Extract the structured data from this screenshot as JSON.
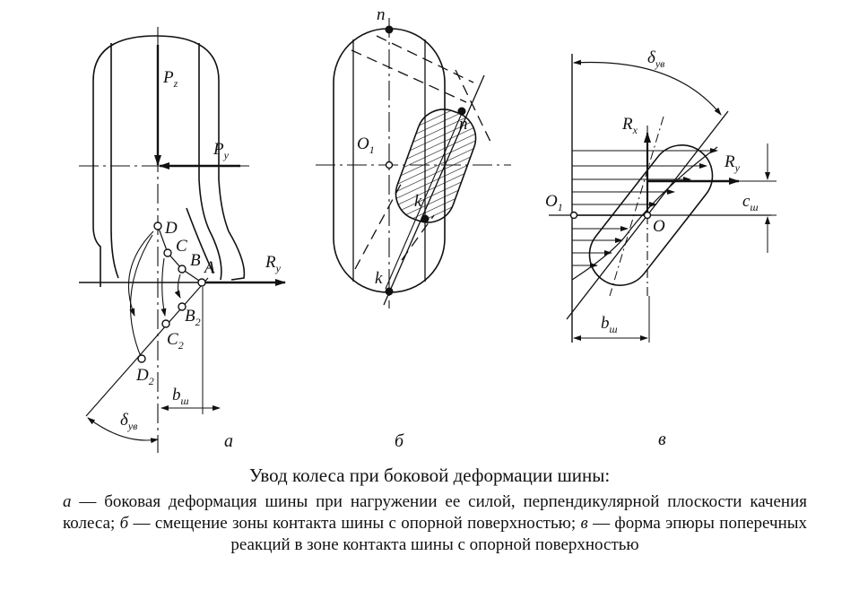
{
  "panel_a": {
    "force_vertical": "P",
    "force_vertical_sub": "z",
    "force_lateral": "P",
    "force_lateral_sub": "y",
    "reaction": "R",
    "reaction_sub": "y",
    "point_d": "D",
    "point_c": "C",
    "point_b": "B",
    "point_a": "A",
    "point_b2": "B",
    "point_b2_sub": "2",
    "point_c2": "C",
    "point_c2_sub": "2",
    "point_d2": "D",
    "point_d2_sub": "2",
    "width": "b",
    "width_sub": "ш",
    "angle": "δ",
    "angle_sub": "ув",
    "letter": "а"
  },
  "panel_b": {
    "point_n_top": "n",
    "center": "O",
    "center_sub": "1",
    "point_n_contact": "n",
    "point_k_contact": "k",
    "point_k_bottom": "k",
    "letter": "б"
  },
  "panel_c": {
    "angle": "δ",
    "angle_sub": "ув",
    "reaction_x": "R",
    "reaction_x_sub": "x",
    "reaction_y": "R",
    "reaction_y_sub": "y",
    "center_o1": "O",
    "center_o1_sub": "1",
    "center_o": "O",
    "offset": "c",
    "offset_sub": "ш",
    "width": "b",
    "width_sub": "ш",
    "letter": "в"
  },
  "caption": {
    "title": "Увод колеса при боковой деформации шины:",
    "a_letter": "а",
    "a_text": " — боковая деформация шины при нагружении ее силой, перпендикулярной плоскости качения колеса; ",
    "b_letter": "б",
    "b_text": " — смещение зоны контакта шины с опорной поверхностью; ",
    "c_letter": "в",
    "c_text": " — форма эпюры поперечных реакций в зоне контакта шины с опорной поверхностью"
  }
}
